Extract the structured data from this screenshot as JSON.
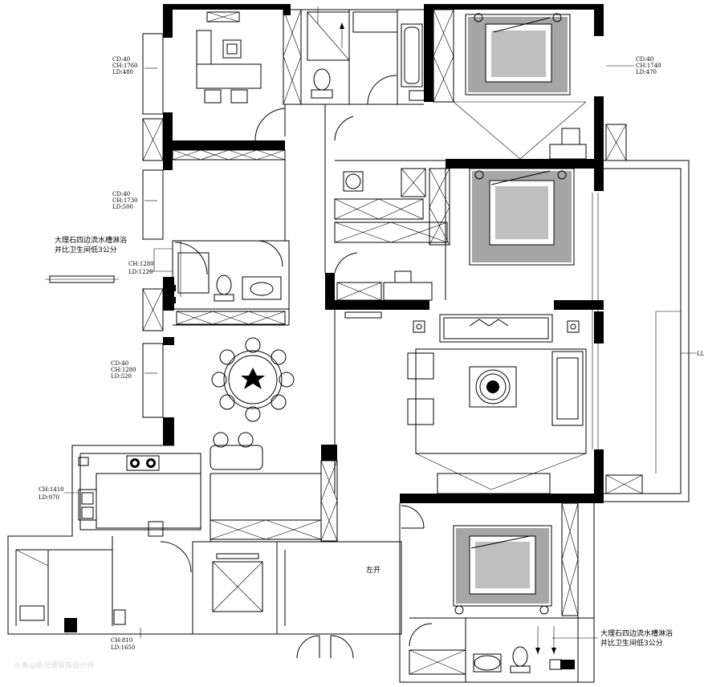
{
  "plan": {
    "window_notes": {
      "study_window": [
        "CD:40",
        "CH:1760",
        "LD:480"
      ],
      "bedroom1_window": [
        "CD:40",
        "CH:1740",
        "LD:470"
      ],
      "corridor_window": [
        "CD:40",
        "CH:1730",
        "LD:500"
      ],
      "bath_window": [
        "CH:1280",
        "LD:1220"
      ],
      "dining_window": [
        "CD:40",
        "CH:1280",
        "LD:520"
      ],
      "kitchen_window": [
        "CH:1410",
        "LD:970"
      ],
      "utility_window": [
        "CH:810",
        "LD:1650"
      ]
    },
    "marble_note_left": [
      "大理石四边流水槽淋浴",
      "并比卫生间低3公分"
    ],
    "marble_note_right": [
      "大理石四边流水槽淋浴",
      "并比卫生间低3公分"
    ],
    "door_label": "左开",
    "edge_label": "LL",
    "watermark": "头条@新冠雅装饰设计师"
  },
  "colors": {
    "wall": "#000000",
    "line": "#000000",
    "background": "#ffffff"
  }
}
